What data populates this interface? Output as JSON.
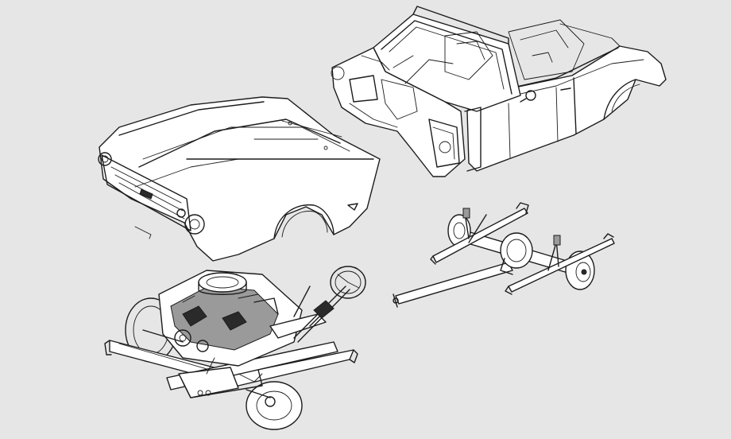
{
  "figure": {
    "background_color": "#e6e6e6",
    "ink_color": "#1c1c1c",
    "parts": [
      {
        "id": "body-shell",
        "icon": "convertible-body-shell-icon"
      },
      {
        "id": "front-sheet-metal",
        "icon": "front-end-sheet-metal-icon"
      },
      {
        "id": "front-subframe",
        "icon": "engine-front-subframe-icon"
      },
      {
        "id": "rear-axle",
        "icon": "rear-axle-assembly-icon"
      }
    ]
  }
}
